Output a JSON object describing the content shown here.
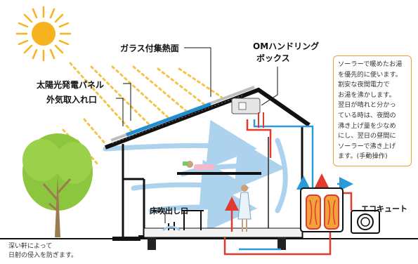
{
  "labels": {
    "glass_collector": "ガラス付集熱面",
    "om_handling_box_line1": "OMハンドリング",
    "om_handling_box_line2": "ボックス",
    "solar_panel": "太陽光発電パネル",
    "outside_air_intake": "外気取入れ口",
    "floor_outlet": "床吹出し口",
    "ecocute": "エコキュート",
    "eaves_note": "深い軒によって\n日射の侵入を防ぎます。"
  },
  "info_box": {
    "text": "ソーラーで暖めたお湯\nを優先的に使います。\n割安な夜間電力で\nお湯を沸かします。\n翌日が晴れと分かっ\nている時は、夜間の\n沸き上げ量を少なめ\nにし、翌日の昼間に\nソーラーで沸き上げ\nます。(手動操作)"
  },
  "colors": {
    "sun": "#f5b320",
    "roof": "#111111",
    "solar_panel": "#1e8fd6",
    "air_flow": "#9ecbea",
    "hot_pipe": "#e23a2e",
    "cold_pipe": "#2b9ad8",
    "info_border": "#f0a030",
    "tree": "#8cc63f"
  }
}
